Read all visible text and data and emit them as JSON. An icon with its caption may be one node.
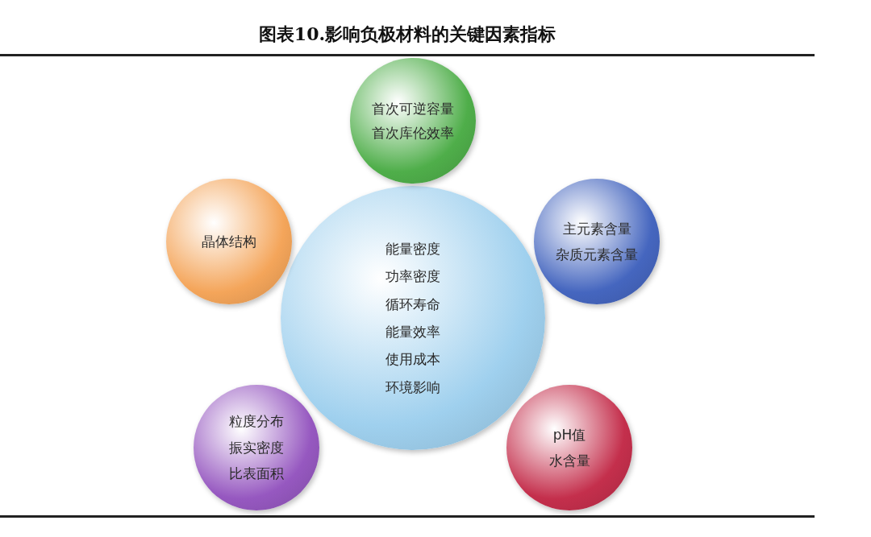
{
  "diagram": {
    "title": "图表10.影响负极材料的关键因素指标",
    "nodes": [
      {
        "text": [
          "首次可逆容量",
          "首次库伦效率"
        ]
      },
      {
        "text": [
          "晶体结构"
        ]
      },
      {
        "text": [
          "能量密度",
          "功率密度",
          "循环寿命",
          "能量效率",
          "使用成本",
          "环境影响"
        ]
      },
      {
        "text": [
          "主元素含量",
          "杂质元素含量"
        ]
      },
      {
        "text": [
          "粒度分布",
          "振实密度",
          "比表面积"
        ]
      },
      {
        "text": [
          "pH值",
          "水含量"
        ]
      }
    ]
  }
}
